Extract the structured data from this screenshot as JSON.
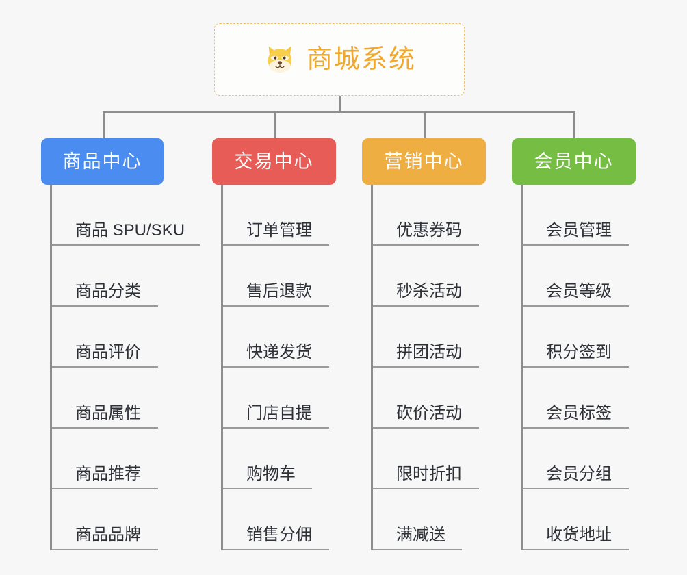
{
  "root": {
    "title": "商城系统",
    "icon": "shiba-dog-face-icon",
    "border_color": "#f0c16b",
    "text_color": "#f0a92e"
  },
  "connector_color": "#8d8d8d",
  "background_color": "#f7f7f7",
  "columns": [
    {
      "label": "商品中心",
      "color": "#4a8cf0",
      "items": [
        "商品 SPU/SKU",
        "商品分类",
        "商品评价",
        "商品属性",
        "商品推荐",
        "商品品牌"
      ]
    },
    {
      "label": "交易中心",
      "color": "#e85c58",
      "items": [
        "订单管理",
        "售后退款",
        "快递发货",
        "门店自提",
        "购物车",
        "销售分佣"
      ]
    },
    {
      "label": "营销中心",
      "color": "#eeae42",
      "items": [
        "优惠券码",
        "秒杀活动",
        "拼团活动",
        "砍价活动",
        "限时折扣",
        "满减送"
      ]
    },
    {
      "label": "会员中心",
      "color": "#76be43",
      "items": [
        "会员管理",
        "会员等级",
        "积分签到",
        "会员标签",
        "会员分组",
        "收货地址"
      ]
    }
  ]
}
